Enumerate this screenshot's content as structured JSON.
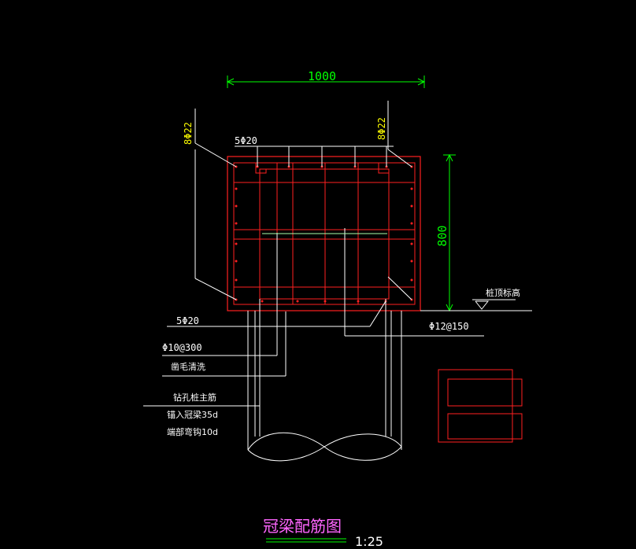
{
  "dimensions": {
    "width_label": "1000",
    "height_label": "800"
  },
  "labels": {
    "top_left_bars": "8Φ22",
    "top_right_bars": "8Φ22",
    "top_mid_bars": "5Φ20",
    "bottom_bars": "5Φ20",
    "stirrup_right": "Φ12@150",
    "stirrup_left": "Φ10@300",
    "roughen_clean": "凿毛清洗",
    "pile_main_bars": "钻孔桩主筋",
    "anchor_len": "锚入冠梁35d",
    "end_hook": "端部弯钩10d",
    "pile_top_elev": "桩顶标高"
  },
  "title": {
    "main": "冠梁配筋图",
    "scale": "1:25"
  },
  "colors": {
    "dimension": "#00ff00",
    "rebar_red": "#ff2020",
    "annotation": "#ffffff",
    "yellow_text": "#ffff00",
    "title_magenta": "#ff66ff"
  }
}
